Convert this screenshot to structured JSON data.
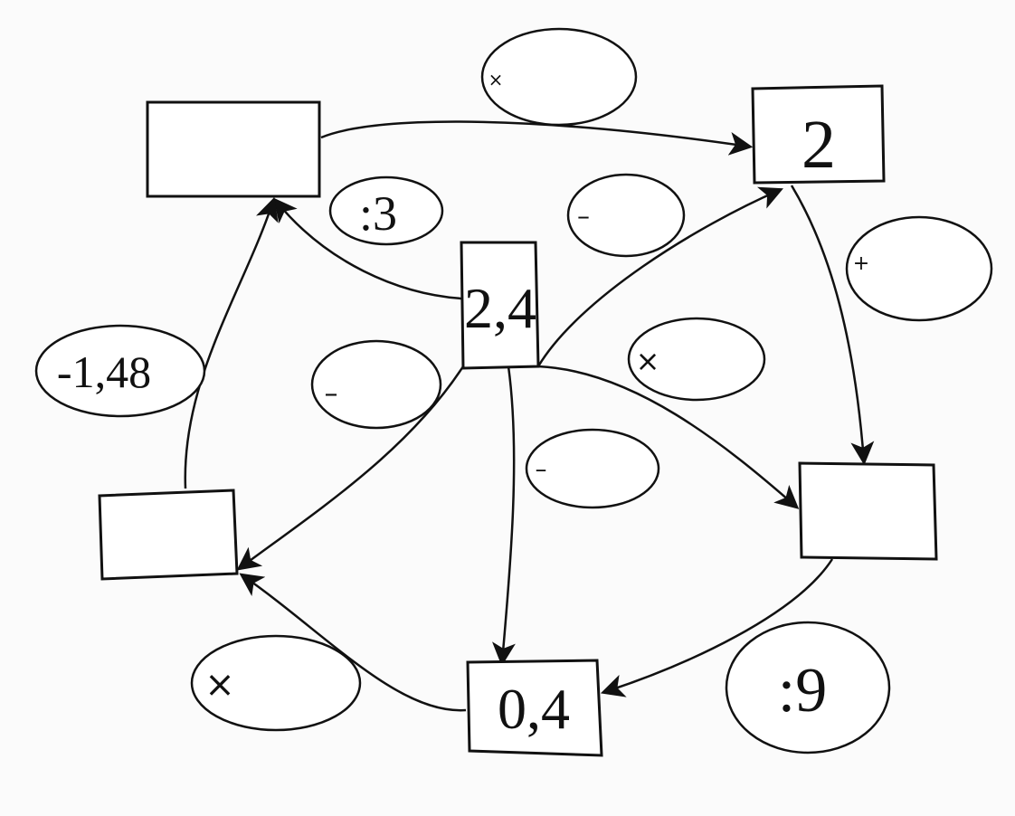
{
  "diagram": {
    "boxes": {
      "top_left": "",
      "top_right": "2",
      "center": "2,4",
      "right": "",
      "left": "",
      "bottom": "0,4"
    },
    "ovals": {
      "top": "×",
      "colon3": ":3",
      "minus_top": "–",
      "plus_right": "+",
      "left_value": "-1,48",
      "minus_left": "–",
      "times_center": "×",
      "minus_center": "–",
      "times_bottom": "×",
      "colon9": ":9"
    }
  }
}
